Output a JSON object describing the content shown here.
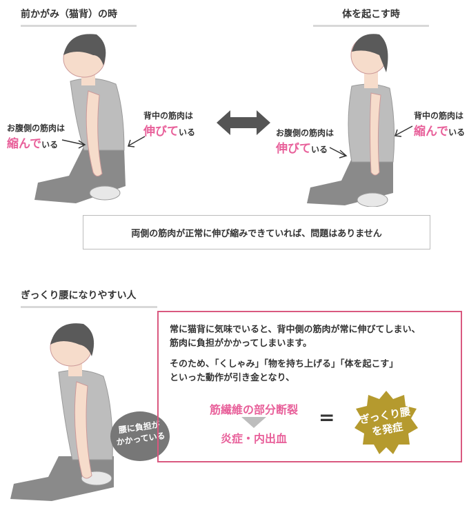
{
  "top": {
    "left_heading": "前かがみ（猫背）の時",
    "right_heading": "体を起こす時",
    "left_figure": {
      "abdomen": {
        "line1": "お腹側の筋肉は",
        "state": "縮んで",
        "tail": "いる"
      },
      "back": {
        "line1": "背中の筋肉は",
        "state": "伸びて",
        "tail": "いる"
      }
    },
    "right_figure": {
      "abdomen": {
        "line1": "お腹側の筋肉は",
        "state": "伸びて",
        "tail": "いる"
      },
      "back": {
        "line1": "背中の筋肉は",
        "state": "縮んで",
        "tail": "いる"
      }
    },
    "summary": "両側の筋肉が正常に伸び縮みできていれば、問題はありません"
  },
  "bottom": {
    "heading": "ぎっくり腰になりやすい人",
    "bubble": {
      "line1": "腰に負担が",
      "line2": "かかっている"
    },
    "para1_line1": "常に猫背に気味でいると、背中側の筋肉が常に伸びてしまい、",
    "para1_line2": "筋肉に負担がかかってしまいます。",
    "para2_line1": "そのため、「くしゃみ」「物を持ち上げる」「体を起こす」",
    "para2_line2": "といった動作が引き金となり、",
    "cause1": "筋繊維の部分断裂",
    "cause2": "炎症・内出血",
    "equals": "=",
    "result": {
      "line1": "ぎっくり腰",
      "line2": "を発症"
    }
  },
  "colors": {
    "pink": "#e8609a",
    "border_pink": "#d9587f",
    "gold": "#b59a2e",
    "gray_arrow": "#555555"
  }
}
